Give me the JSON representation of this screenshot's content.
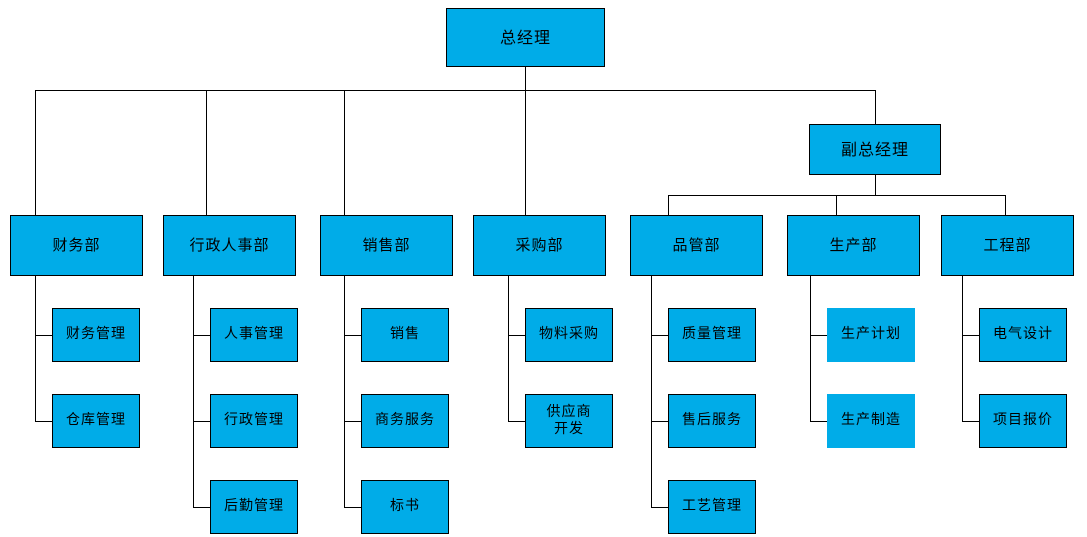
{
  "meta": {
    "title": "组织架构图",
    "accent_color": "#00ACE8",
    "line_color": "#000000",
    "background": "#ffffff"
  },
  "nodes": {
    "gm": {
      "label": "总经理"
    },
    "deputy_gm": {
      "label": "副总经理"
    },
    "finance": {
      "label": "财务部"
    },
    "admin_hr": {
      "label": "行政人事部"
    },
    "sales": {
      "label": "销售部"
    },
    "purchasing": {
      "label": "采购部"
    },
    "quality": {
      "label": "品管部"
    },
    "production": {
      "label": "生产部"
    },
    "engineering": {
      "label": "工程部"
    },
    "finance_1": {
      "label": "财务管理"
    },
    "finance_2": {
      "label": "仓库管理"
    },
    "hr_1": {
      "label": "人事管理"
    },
    "hr_2": {
      "label": "行政管理"
    },
    "hr_3": {
      "label": "后勤管理"
    },
    "sales_1": {
      "label": "销售"
    },
    "sales_2": {
      "label": "商务服务"
    },
    "sales_3": {
      "label": "标书"
    },
    "purchasing_1": {
      "label": "物料采购"
    },
    "purchasing_2": {
      "label": "供应商\n开发"
    },
    "quality_1": {
      "label": "质量管理"
    },
    "quality_2": {
      "label": "售后服务"
    },
    "quality_3": {
      "label": "工艺管理"
    },
    "production_1": {
      "label": "生产计划"
    },
    "production_2": {
      "label": "生产制造"
    },
    "engineering_1": {
      "label": "电气设计"
    },
    "engineering_2": {
      "label": "项目报价"
    }
  }
}
